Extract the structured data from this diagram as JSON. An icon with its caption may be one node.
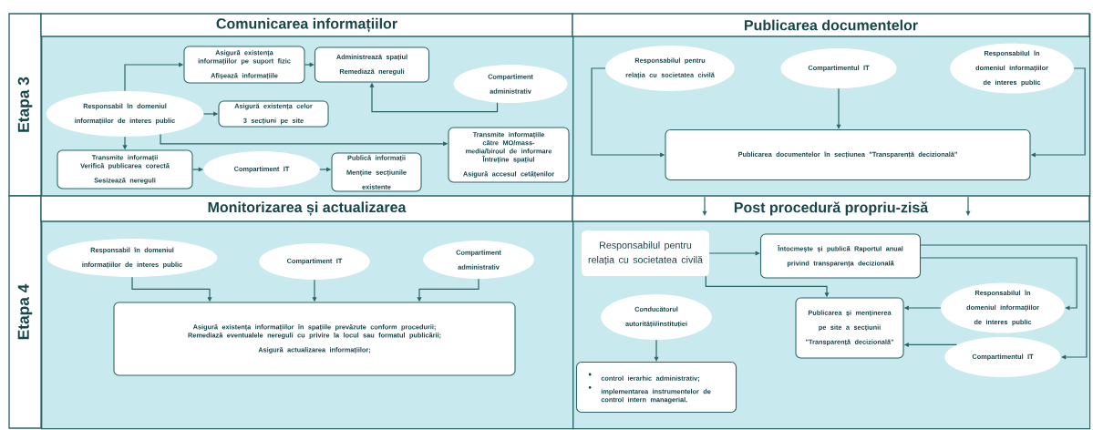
{
  "diagram": {
    "nodes": [
      {
        "text": [
          "Etapa 3"
        ]
      },
      {
        "text": [
          "Etapa 4"
        ]
      },
      {
        "text": [
          "Comunicarea informațiilor"
        ]
      },
      {
        "text": [
          "Responsabil în domeniul informațiilor de interes public"
        ],
        "in": 2
      },
      {
        "text": [
          "Asigură existența informațiilor pe suport fizic",
          "Afișează informațiile"
        ],
        "in": 2
      },
      {
        "text": [
          "Administrează spațiul",
          "Remediază nereguli"
        ],
        "in": 2
      },
      {
        "text": [
          "Compartiment administrativ"
        ],
        "in": 2
      },
      {
        "text": [
          "Asigură existența celor 3 secțiuni pe site"
        ],
        "in": 2
      },
      {
        "text": [
          "Transmite informații",
          "Verifică publicarea corectă",
          "Sesizează nereguli"
        ],
        "in": 2
      },
      {
        "text": [
          "Compartiment IT"
        ],
        "in": 2
      },
      {
        "text": [
          "Publică informații",
          "Menține secțiunile existente"
        ],
        "in": 2
      },
      {
        "text": [
          "Transmite informațiile către MO/mass-media/biroul de informare",
          "Întreține spațiul",
          "Asigură accesul cetățenilor"
        ],
        "in": 2
      },
      {
        "text": [
          "Publicarea documentelor"
        ]
      },
      {
        "text": [
          "Responsabilul pentru relația cu societatea civilă"
        ],
        "in": 12
      },
      {
        "text": [
          "Compartimentul IT"
        ],
        "in": 12
      },
      {
        "text": [
          "Responsabilul în domeniul informațiilor de interes public"
        ],
        "in": 12
      },
      {
        "text": [
          "Publicarea documentelor în secțiunea \"Transparență decizională\""
        ],
        "in": 12
      },
      {
        "text": [
          "Monitorizarea și actualizarea"
        ]
      },
      {
        "text": [
          "Responsabil în domeniul informațiilor de interes public"
        ],
        "in": 17
      },
      {
        "text": [
          "Compartiment IT"
        ],
        "in": 17
      },
      {
        "text": [
          "Compartiment administrativ"
        ],
        "in": 17
      },
      {
        "text": [
          "Asigură existența informațiilor în spațiile prevăzute conform procedurii;",
          "Remediază eventualele nereguli cu privire la locul sau formatul publicării;",
          "Asigură actualizarea informațiilor;"
        ],
        "in": 17
      },
      {
        "text": [
          "Post procedură propriu-zisă"
        ]
      },
      {
        "text": [
          "Responsabilul pentru relația cu societatea civilă"
        ],
        "in": 22
      },
      {
        "text": [
          "Întocmește și publică Raportul anual privind transparența decizională"
        ],
        "in": 22
      },
      {
        "text": [
          "Conducătorul autorității/instituției"
        ],
        "in": 22
      },
      {
        "text": [
          "Publicarea și menținerea pe site a secțiunii \"Transparență decizională\""
        ],
        "in": 22
      },
      {
        "text": [
          "Responsabilul în domeniul informațiilor de interes public"
        ],
        "in": 22
      },
      {
        "text": [
          "Compartimentul IT"
        ],
        "in": 22
      },
      {
        "text": [
          "control ierarhic administrativ;",
          "implementarea instrumentelor de control intern managerial."
        ],
        "in": 22
      }
    ],
    "edges": [
      {
        "from": 3,
        "to": 4,
        "arrow": "to"
      },
      {
        "from": 3,
        "to": 7,
        "arrow": "to"
      },
      {
        "from": 3,
        "to": 8,
        "arrow": "to"
      },
      {
        "from": 3,
        "to": 11,
        "arrow": "to"
      },
      {
        "from": 4,
        "to": 5,
        "arrow": "to"
      },
      {
        "from": 6,
        "to": 5,
        "arrow": "to"
      },
      {
        "from": 8,
        "to": 9,
        "arrow": "to"
      },
      {
        "from": 9,
        "to": 10,
        "arrow": "to"
      },
      {
        "from": 13,
        "to": 16,
        "arrow": "to"
      },
      {
        "from": 14,
        "to": 16,
        "arrow": "to"
      },
      {
        "from": 15,
        "to": 16,
        "arrow": "to"
      },
      {
        "from": 18,
        "to": 21,
        "arrow": "to"
      },
      {
        "from": 19,
        "to": 21,
        "arrow": "to"
      },
      {
        "from": 20,
        "to": 21,
        "arrow": "to"
      },
      {
        "from": 12,
        "to": 22,
        "arrow": "to"
      },
      {
        "from": 12,
        "to": 22,
        "arrow": "to"
      },
      {
        "from": 23,
        "to": 24,
        "arrow": "to"
      },
      {
        "from": 23,
        "to": 26,
        "arrow": "to"
      },
      {
        "from": 24,
        "to": 27,
        "arrow": "to"
      },
      {
        "from": 24,
        "to": 28,
        "arrow": "to"
      },
      {
        "from": 27,
        "to": 26,
        "arrow": "to"
      },
      {
        "from": 28,
        "to": 26,
        "arrow": "to"
      },
      {
        "from": 25,
        "to": 29,
        "arrow": "to"
      }
    ]
  }
}
